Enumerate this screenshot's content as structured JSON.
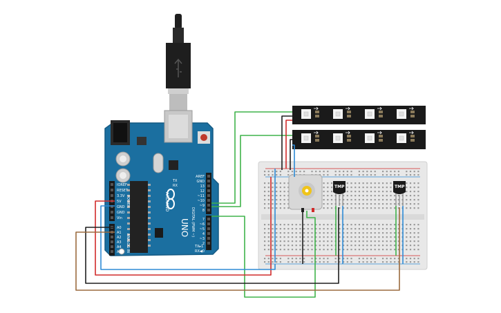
{
  "arduino": {
    "model": "UNO",
    "brand": "ARDUINO",
    "power_header_label": "POWER",
    "analog_header_label": "ANALOG IN",
    "digital_header_label": "DIGITAL (PWM ~)",
    "tx_label": "TX",
    "rx_label": "RX",
    "tx_pin_label": "TX▸1",
    "rx_pin_label": "RX◀0",
    "power_pins": [
      "IOREF",
      "RESET",
      "3.3V",
      "5V",
      "GND",
      "GND",
      "Vin"
    ],
    "analog_pins": [
      "A0",
      "A1",
      "A2",
      "A3",
      "A4",
      "A5"
    ],
    "digital_pins_top": [
      "AREF",
      "GND",
      "13",
      "12",
      "~11",
      "~10",
      "~9",
      "8"
    ],
    "digital_pins_bottom": [
      "7",
      "~6",
      "~5",
      "4",
      "~3",
      "2"
    ],
    "board_color": "#1b6fa0"
  },
  "components": {
    "sensor_1_label": "TMP",
    "sensor_2_label": "TMP"
  },
  "colors": {
    "wire_green": "#3fb34a",
    "wire_red": "#d12a2a",
    "wire_black": "#1e1e1e",
    "wire_blue": "#2e8bd6",
    "wire_brown": "#9b6a3e",
    "breadboard": "#e8e8e8",
    "led_strip": "#1a1a1a",
    "motor_body": "#d8d8d8",
    "motor_shaft": "#f0c419"
  }
}
